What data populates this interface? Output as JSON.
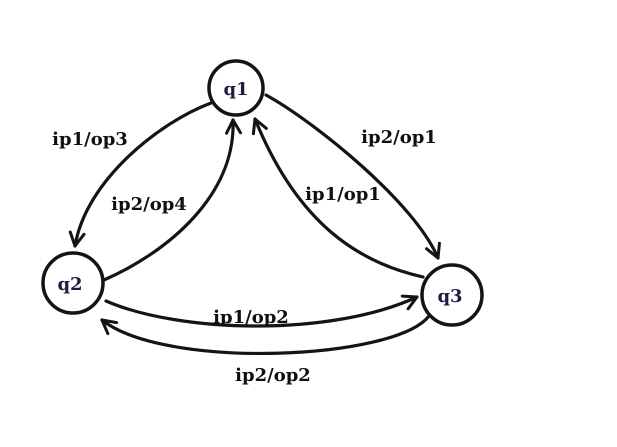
{
  "diagram": {
    "type": "state-transition-diagram",
    "background_color": "#ffffff",
    "stroke_color": "#141414",
    "state_label_color": "#1d1d3e",
    "edge_label_color": "#101010",
    "states": [
      {
        "id": "q1",
        "label": "q1"
      },
      {
        "id": "q2",
        "label": "q2"
      },
      {
        "id": "q3",
        "label": "q3"
      }
    ],
    "edges": [
      {
        "from": "q1",
        "to": "q2",
        "label": "ip1/op3"
      },
      {
        "from": "q2",
        "to": "q1",
        "label": "ip2/op4"
      },
      {
        "from": "q1",
        "to": "q3",
        "label": "ip2/op1"
      },
      {
        "from": "q3",
        "to": "q1",
        "label": "ip1/op1"
      },
      {
        "from": "q2",
        "to": "q3",
        "label": "ip1/op2"
      },
      {
        "from": "q3",
        "to": "q2",
        "label": "ip2/op2"
      }
    ]
  }
}
